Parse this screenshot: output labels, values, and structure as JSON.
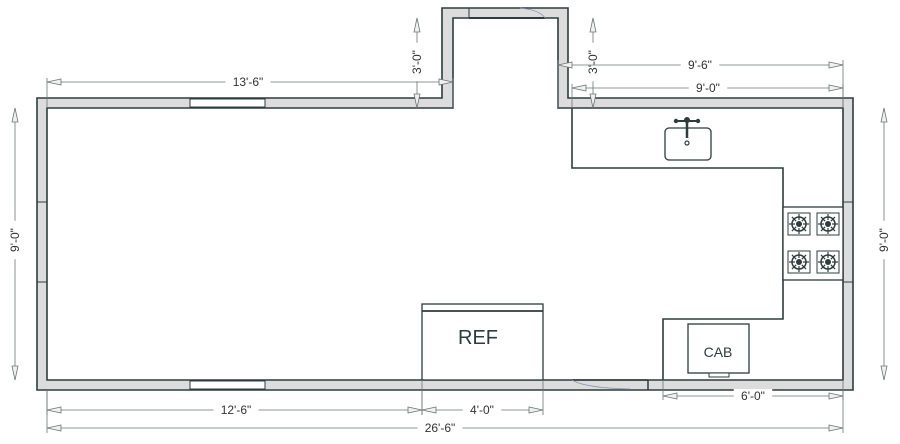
{
  "title": "Kitchen floor plan",
  "fixtures": {
    "refrigerator": "REF",
    "cabinet": "CAB",
    "sink_icon": "sink-icon",
    "stove_icon": "cooktop-icon"
  },
  "dimensions": {
    "top_left_wall": "13'-6\"",
    "alcove_left_depth": "3'-0\"",
    "alcove_right_depth": "3'-0\"",
    "top_right_wall": "9'-6\"",
    "top_counter": "9'-0\"",
    "left_wall": "9'-0\"",
    "right_wall": "9'-0\"",
    "bottom_left": "12'-6\"",
    "ref_width": "4'-0\"",
    "overall_width": "26'-6\"",
    "bottom_counter": "6'-0\""
  }
}
